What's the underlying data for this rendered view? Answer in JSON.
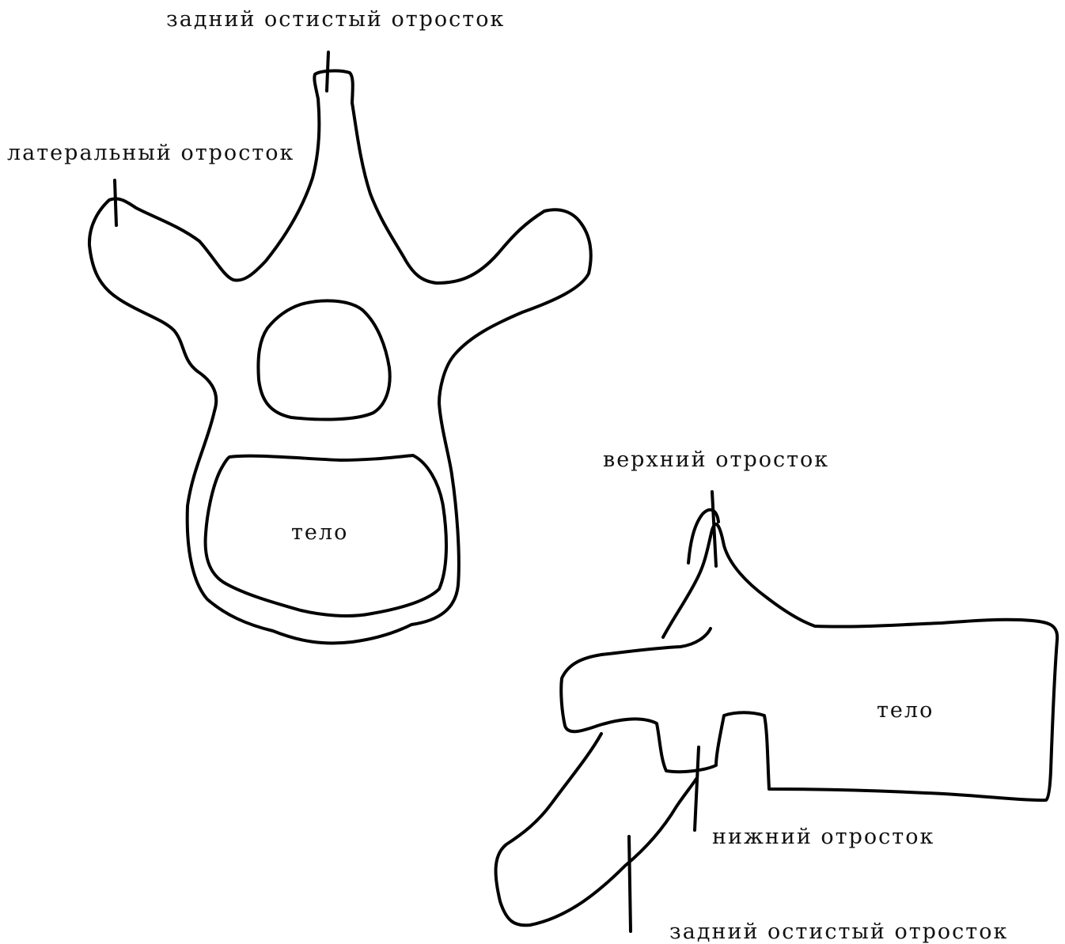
{
  "diagram": {
    "top_view": {
      "spinous_label": "задний остистый отросток",
      "lateral_label": "латеральный отросток",
      "body_label": "тело"
    },
    "side_view": {
      "superior_label": "верхний отросток",
      "body_label": "тело",
      "inferior_label": "нижний отросток",
      "spinous_label": "задний остистый отросток"
    }
  }
}
